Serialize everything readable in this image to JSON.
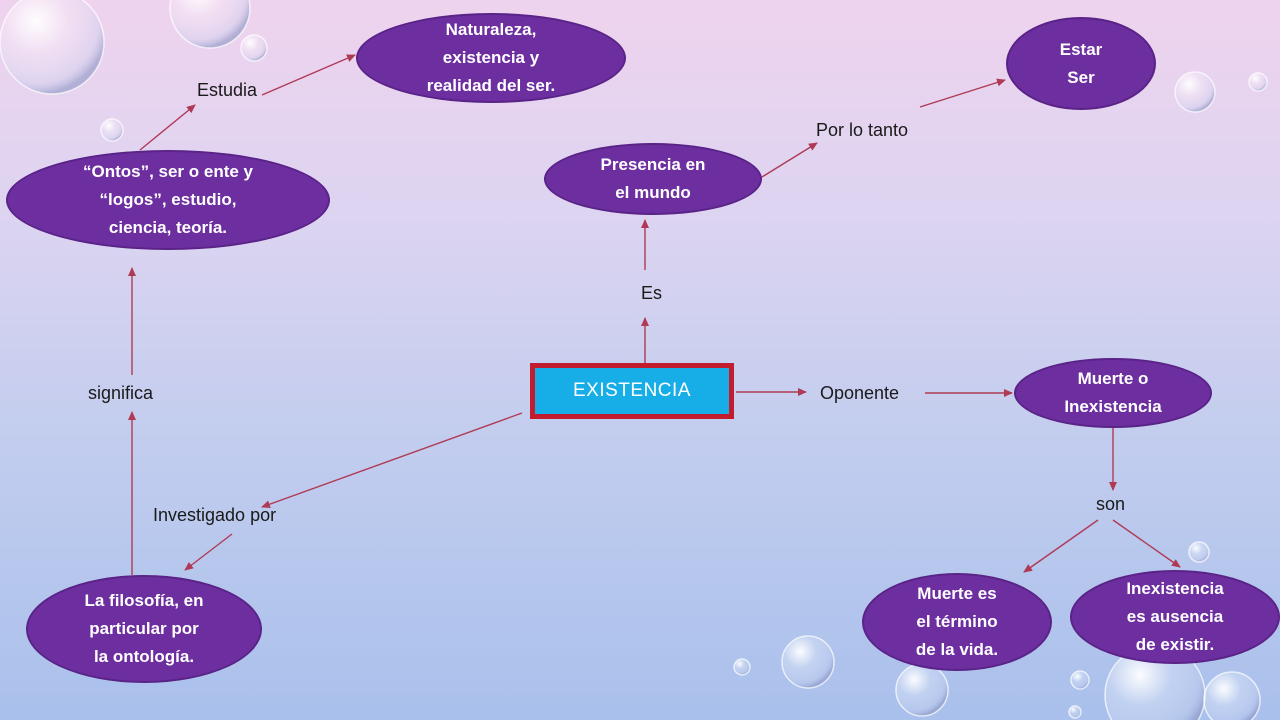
{
  "center": {
    "text": "EXISTENCIA"
  },
  "nodes": {
    "naturaleza": "Naturaleza,\nexistencia y\nrealidad del ser.",
    "estar_ser": "Estar\nSer",
    "presencia": "Presencia en\nel mundo",
    "ontos": "“Ontos”, ser o ente y\n“logos”, estudio,\nciencia, teoría.",
    "muerte_inexistencia": "Muerte o\nInexistencia",
    "filosofia": "La filosofía, en\nparticular por\nla ontología.",
    "muerte_termino": "Muerte es\nel término\nde la vida.",
    "inexistencia_ausencia": "Inexistencia\nes ausencia\nde existir."
  },
  "labels": {
    "estudia": "Estudia",
    "por_lo_tanto": "Por lo tanto",
    "es": "Es",
    "significa": "significa",
    "oponente": "Oponente",
    "investigado_por": "Investigado por",
    "son": "son"
  },
  "colors": {
    "node_fill": "#6d2fa0",
    "center_border": "#c11d2e",
    "center_fill": "#17aee8",
    "arrow": "#b03a55"
  }
}
